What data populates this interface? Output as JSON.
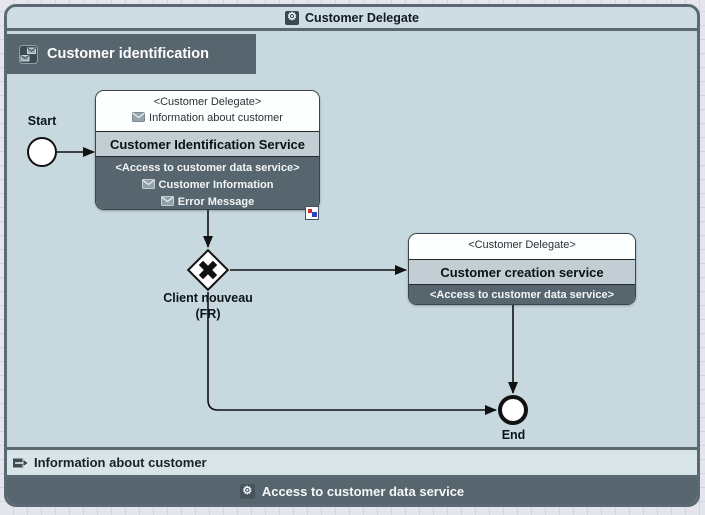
{
  "pool": {
    "title": "Customer Delegate"
  },
  "lane": {
    "title": "Customer identification"
  },
  "start_event": {
    "label": "Start"
  },
  "end_event": {
    "label": "End"
  },
  "task_identification": {
    "delegate": "<Customer Delegate>",
    "input_message": "Information about customer",
    "title": "Customer Identification Service",
    "access": "<Access to customer data service>",
    "output_messages": [
      "Customer Information",
      "Error Message"
    ]
  },
  "task_creation": {
    "delegate": "<Customer Delegate>",
    "title": "Customer creation service",
    "access": "<Access to customer data service>"
  },
  "gateway": {
    "label_line1": "Client nouveau",
    "label_line2": "(FR)"
  },
  "bands": {
    "information": "Information about customer",
    "access": "Access to customer data service"
  },
  "colors": {
    "dark_slate": "#57666e",
    "pool_header_bg": "#cedde3",
    "lane_bg": "#c7d8df",
    "task_mid_bg": "#c2ced4",
    "info_band_bg": "#d9e4e8",
    "marker_red": "#d22b2b",
    "marker_blue": "#2a43c8"
  }
}
